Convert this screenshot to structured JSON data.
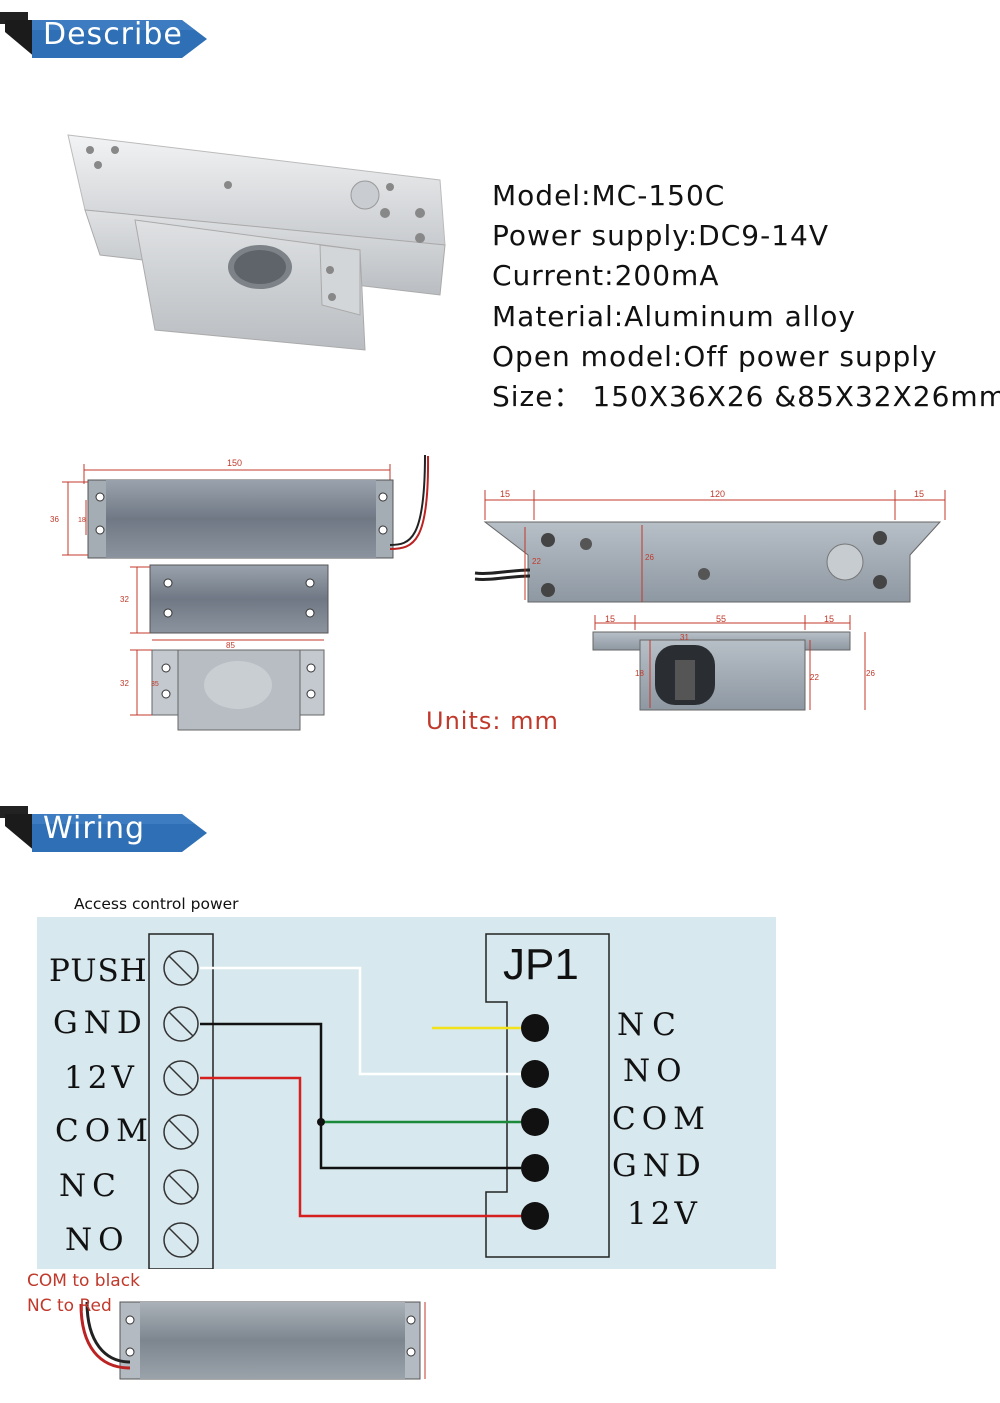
{
  "sections": {
    "describe_title": "Describe",
    "wiring_title": "Wiring"
  },
  "specs": [
    "Model:MC-150C",
    "Power supply:DC9-14V",
    "Current:200mA",
    "Material:Aluminum alloy",
    "Open model:Off power supply",
    "Size：  150X36X26 &85X32X26mm"
  ],
  "units_label": "Units: mm",
  "dimensions": {
    "top_left": {
      "length": "150",
      "height": "36",
      "inner": "18",
      "plate_height": "32",
      "plate_length": "85",
      "block_height": "32",
      "block_inner": "35"
    },
    "top_right": {
      "left": "15",
      "middle": "120",
      "right": "15",
      "inner_left": "22",
      "inner_mid": "26"
    },
    "bottom_right": {
      "left": "15",
      "middle": "55",
      "right": "15",
      "hole": "31",
      "side": "18",
      "inner": "22",
      "outer": "26"
    }
  },
  "wiring": {
    "power_label": "Access control power",
    "controller_terminals": [
      "PUSH",
      "GND",
      "12V",
      "COM",
      "NC",
      "NO"
    ],
    "lock_header": "JP1",
    "lock_terminals": [
      "NC",
      "NO",
      "COM",
      "GND",
      "12V"
    ],
    "wire_colors": {
      "white": "#ffffff",
      "black": "#111111",
      "red": "#d62020",
      "green": "#1a8a3a",
      "yellow": "#f2e21a"
    },
    "notes": [
      "COM to black",
      "NC to Red"
    ]
  },
  "colors": {
    "banner_blue": "#2f6fb5",
    "panel_bg": "#d7e8ee",
    "accent_red": "#c0392b"
  }
}
